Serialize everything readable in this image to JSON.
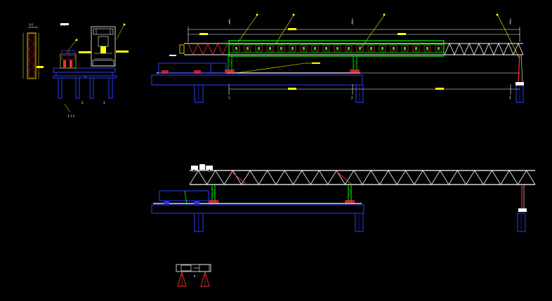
{
  "colors": {
    "background": "#000000",
    "white": "#ffffff",
    "truss_red": "#ff3030",
    "girder_green": "#00ff00",
    "pier_blue": "#2a3bff",
    "dimension_yellow": "#ffff00",
    "leader_yellow": "#ffff00",
    "hatch_blue": "#3050ff"
  },
  "icons": [
    "truss-panel",
    "pier-column",
    "crane-trolley",
    "support-leg",
    "section-mark"
  ],
  "labels": {
    "section_a": "Ⅰ-Ⅰ",
    "section_b": "Ⅱ-Ⅱ",
    "mark_1": "1",
    "mark_2": "2",
    "mark_3": "3",
    "mark_4": "4",
    "small_note": "1  1  1",
    "cut_left": "1",
    "cut_mid": "2",
    "cut_right": "3"
  }
}
